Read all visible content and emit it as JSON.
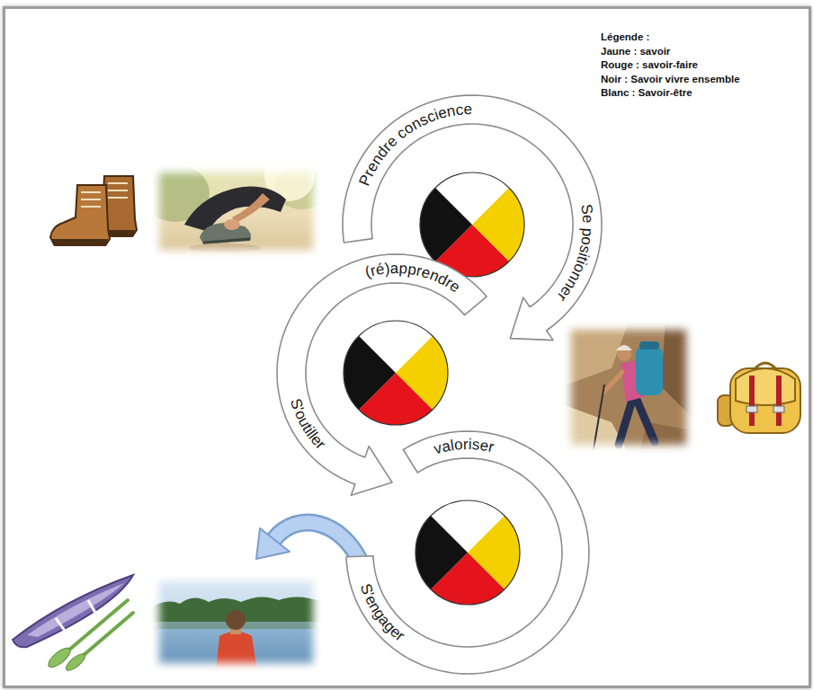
{
  "diagram": {
    "nodes": [
      {
        "text": [
          "Prendre conscience",
          "Se positionner"
        ]
      },
      {
        "text": [
          "(ré)apprendre",
          "S'outiller"
        ]
      },
      {
        "text": [
          "valoriser",
          "S'engager"
        ]
      }
    ],
    "labels": [
      "Légende :"
    ],
    "legend": [
      {
        "text": "Jaune : savoir"
      },
      {
        "text": "Rouge : savoir-faire"
      },
      {
        "text": "Noir : Savoir vivre ensemble"
      },
      {
        "text": "Blanc : Savoir-être"
      }
    ]
  }
}
